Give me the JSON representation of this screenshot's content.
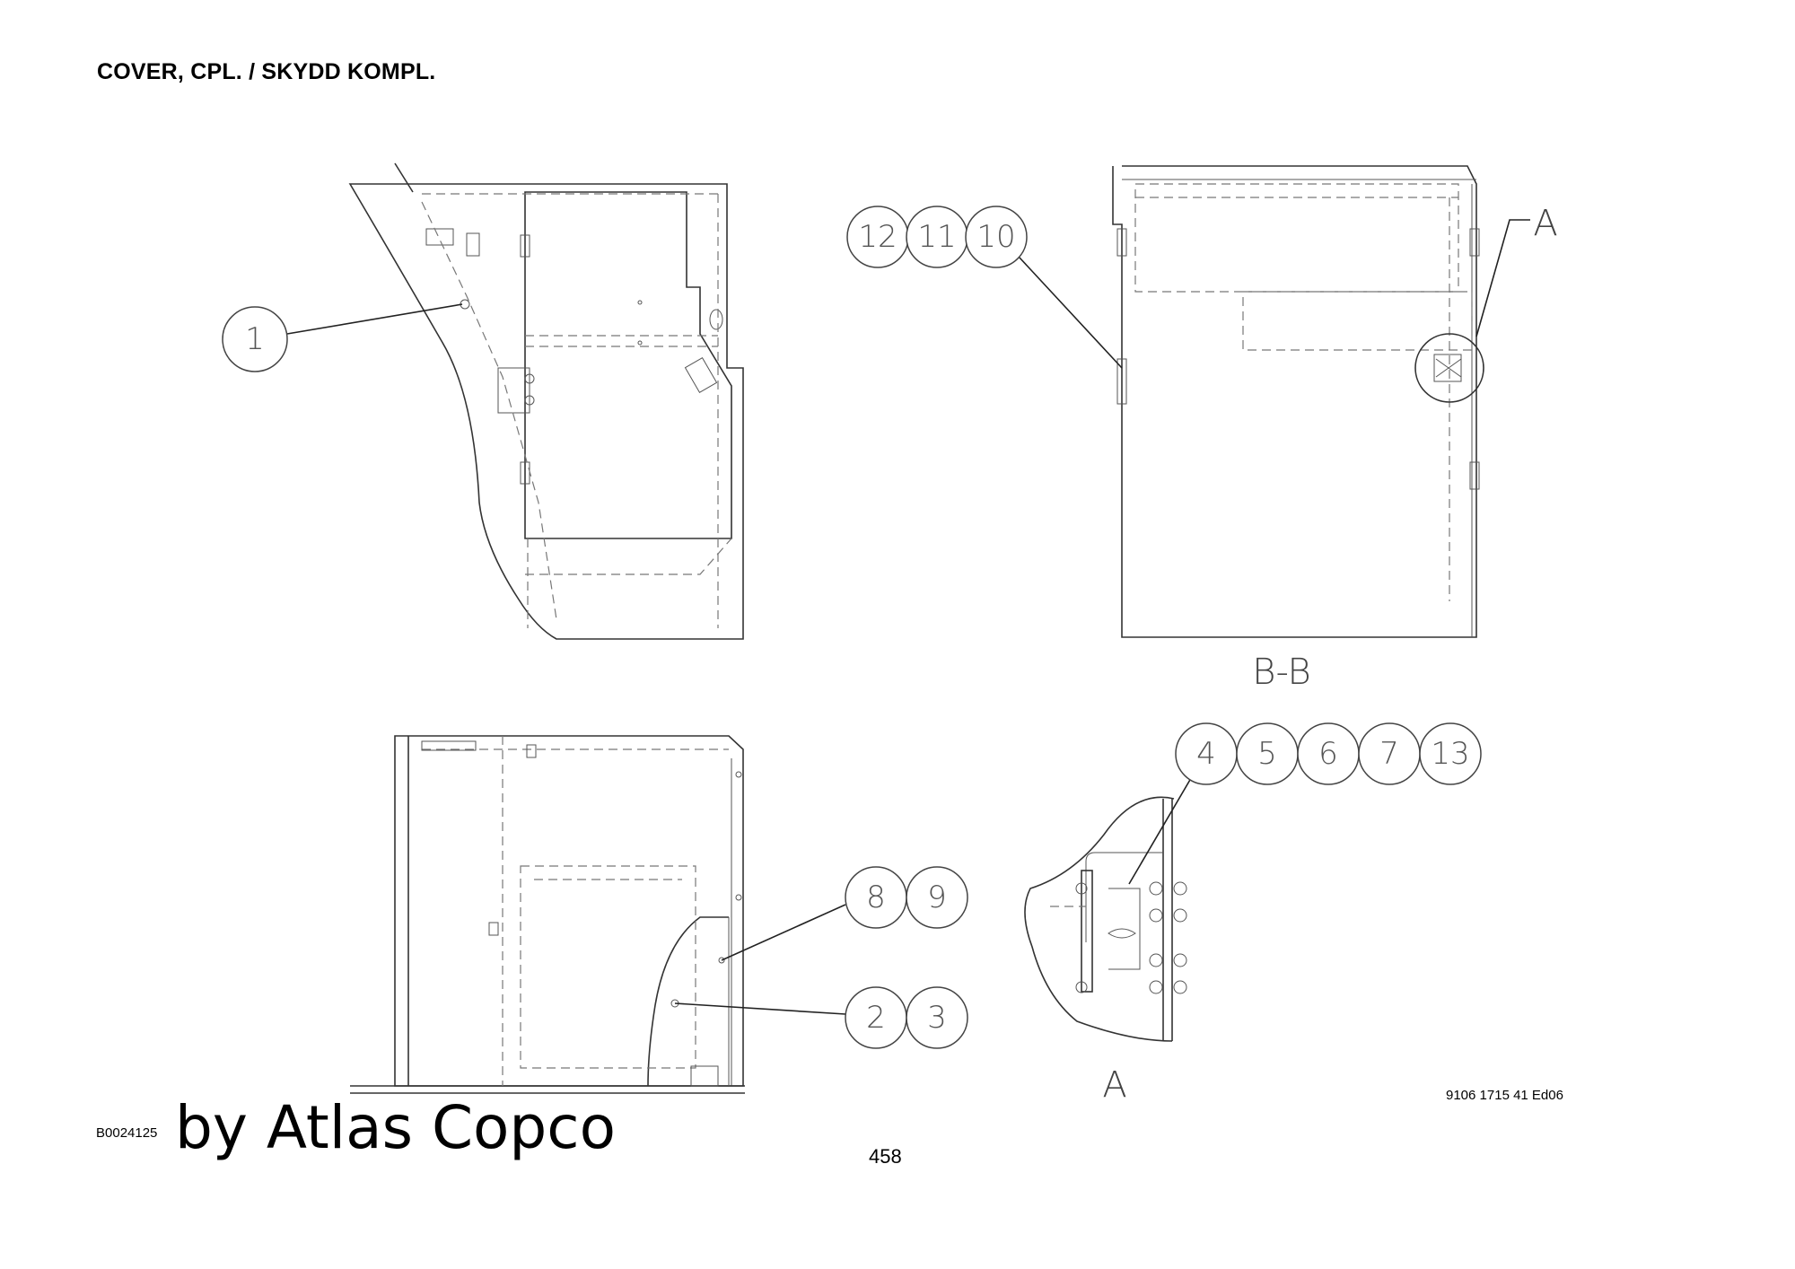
{
  "title": "COVER, CPL. / SKYDD KOMPL.",
  "view_labels": {
    "section": "B-B",
    "detail": "A",
    "detail_marker": "A"
  },
  "callouts": {
    "c1": "1",
    "c12": "12",
    "c11": "11",
    "c10": "10",
    "c4": "4",
    "c5": "5",
    "c6": "6",
    "c7": "7",
    "c13": "13",
    "c8": "8",
    "c9": "9",
    "c2": "2",
    "c3": "3"
  },
  "footer": {
    "figure_code": "B0024125",
    "watermark": "by Atlas Copco",
    "page_number": "458",
    "document_ref": "9106 1715 41 Ed06"
  }
}
